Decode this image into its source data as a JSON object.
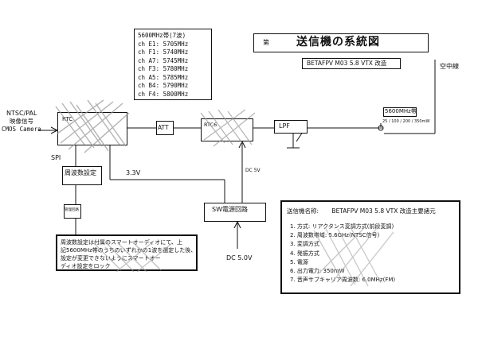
{
  "header": {
    "prefix": "第",
    "title": "送信機の系統図",
    "model_box": "BETAFPV M03 5.8 VTX 改造"
  },
  "antenna_label": "空中線",
  "band_table": {
    "title": "5600MHz帯(7波)",
    "channels": [
      "ch E1: 5705MHz",
      "ch F1: 5740MHz",
      "ch A7: 5745MHz",
      "ch F3: 5780MHz",
      "ch A5: 5785MHz",
      "ch B4: 5790MHz",
      "ch F4: 5800MHz"
    ]
  },
  "input": {
    "line1": "NTSC/PAL",
    "line2": "映像信号",
    "line3": "CMOS Camera"
  },
  "blocks": {
    "rtc_label": "RTC",
    "att": "ATT",
    "amp_label": "RTC6",
    "lpf": "LPF",
    "spi": "SPI",
    "freq_set": "周波数設定",
    "small_box": "管理回路",
    "v33": "3.3V",
    "dc5v_small": "DC 5V",
    "sw_power": "SW電源回路",
    "dc_input": "DC 5.0V"
  },
  "power_box": {
    "title": "5600MHz帯",
    "levels": "25 / 100 / 200 / 350mW"
  },
  "note": {
    "lines": [
      "周波数設定は付属のスマートオーディオにて、上",
      "記5600MHz帯のうちのいずれかの1波を選定した後、",
      "設定が変更できないようにスマートオー",
      "ディオ設定をロック"
    ]
  },
  "spec": {
    "title_left": "送信機名称:",
    "title_right": "BETAFPV M03 5.8 VTX 改造主要諸元",
    "items": [
      "1. 方式: リアクタンス変調方式(前段変調)",
      "2. 周波数帯域: 5.6GHz(NTSC信号)",
      "3. 変調方式",
      "4. 発振方式",
      "5. 電源",
      "6. 出力電力: 350mW",
      "7. 音声サブキャリア周波数: 6.0MHz(FM)"
    ]
  }
}
